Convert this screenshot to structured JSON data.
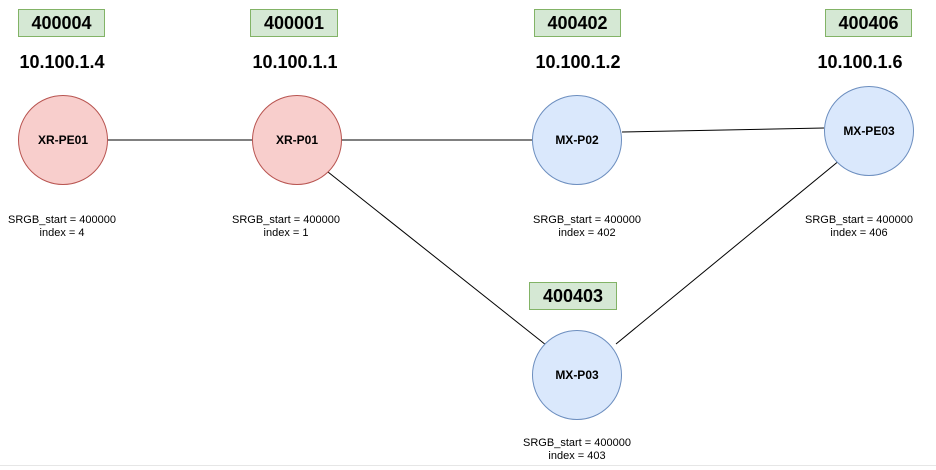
{
  "nodes": [
    {
      "id": "xr-pe01",
      "name": "XR-PE01",
      "sid": "400004",
      "ip": "10.100.1.4",
      "srgb": "SRGB_start = 400000",
      "index": "index = 4",
      "color": "#f8cecc"
    },
    {
      "id": "xr-p01",
      "name": "XR-P01",
      "sid": "400001",
      "ip": "10.100.1.1",
      "srgb": "SRGB_start = 400000",
      "index": "index = 1",
      "color": "#f8cecc"
    },
    {
      "id": "mx-p02",
      "name": "MX-P02",
      "sid": "400402",
      "ip": "10.100.1.2",
      "srgb": "SRGB_start = 400000",
      "index": "index = 402",
      "color": "#dae8fc"
    },
    {
      "id": "mx-pe03",
      "name": "MX-PE03",
      "sid": "400406",
      "ip": "10.100.1.6",
      "srgb": "SRGB_start = 400000",
      "index": "index = 406",
      "color": "#dae8fc"
    },
    {
      "id": "mx-p03",
      "name": "MX-P03",
      "sid": "400403",
      "ip": "",
      "srgb": "SRGB_start = 400000",
      "index": "index = 403",
      "color": "#dae8fc"
    }
  ],
  "links": [
    [
      "xr-pe01",
      "xr-p01"
    ],
    [
      "xr-p01",
      "mx-p02"
    ],
    [
      "mx-p02",
      "mx-pe03"
    ],
    [
      "xr-p01",
      "mx-p03"
    ],
    [
      "mx-p03",
      "mx-pe03"
    ]
  ],
  "colors": {
    "sid_fill": "#d5e8d4",
    "sid_border": "#82b366",
    "red_fill": "#f8cecc",
    "blue_fill": "#dae8fc"
  }
}
